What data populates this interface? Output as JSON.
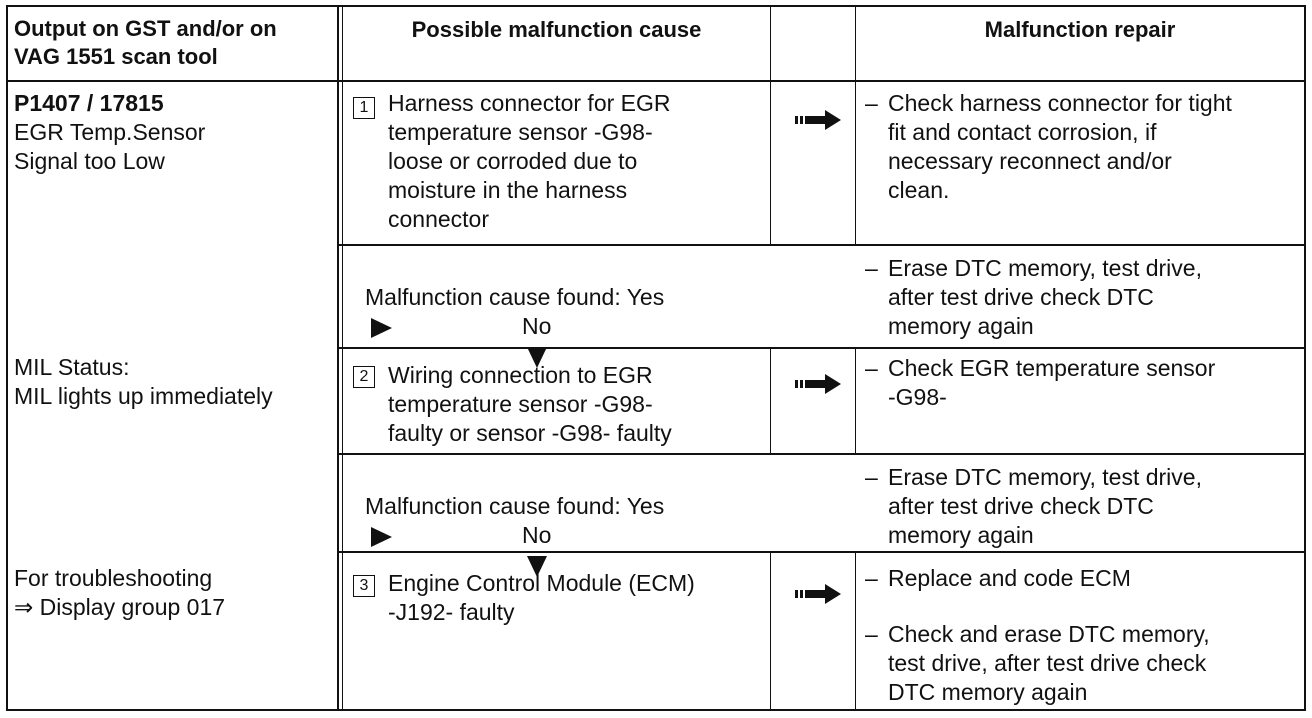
{
  "headers": {
    "col1": "Output on GST and/or on\nVAG 1551 scan tool",
    "col2": "Possible malfunction cause",
    "col3": "Malfunction repair"
  },
  "left_column": {
    "code": "P1407 / 17815",
    "description": "EGR Temp.Sensor\nSignal too Low",
    "mil_status": "MIL Status:\nMIL lights up immediately",
    "troubleshooting": "For troubleshooting\n⇒ Display group 017"
  },
  "steps": [
    {
      "number": "1",
      "cause": "Harness connector for EGR\ntemperature sensor -G98-\nloose or corroded due to\nmoisture in the harness\nconnector",
      "repair": "Check harness connector for tight\nfit and contact corrosion, if\nnecessary reconnect and/or\nclean."
    },
    {
      "number": "2",
      "cause": "Wiring connection to EGR\ntemperature sensor -G98-\nfaulty or sensor -G98- faulty",
      "repair": "Check EGR temperature sensor\n-G98-"
    },
    {
      "number": "3",
      "cause": "Engine Control Module (ECM)\n-J192- faulty",
      "repair": "Replace and code ECM",
      "repair2": "Check and erase DTC memory,\ntest drive, after test drive check\nDTC memory again"
    }
  ],
  "decision": {
    "found_label": "Malfunction cause found: Yes",
    "no_label": "No",
    "action": "Erase DTC memory, test drive,\nafter test drive check DTC\nmemory again"
  },
  "dash": "–",
  "icons": {
    "step_arrow": "right-arrow-icon",
    "yes": "triangle-right-icon",
    "no": "triangle-down-icon"
  }
}
